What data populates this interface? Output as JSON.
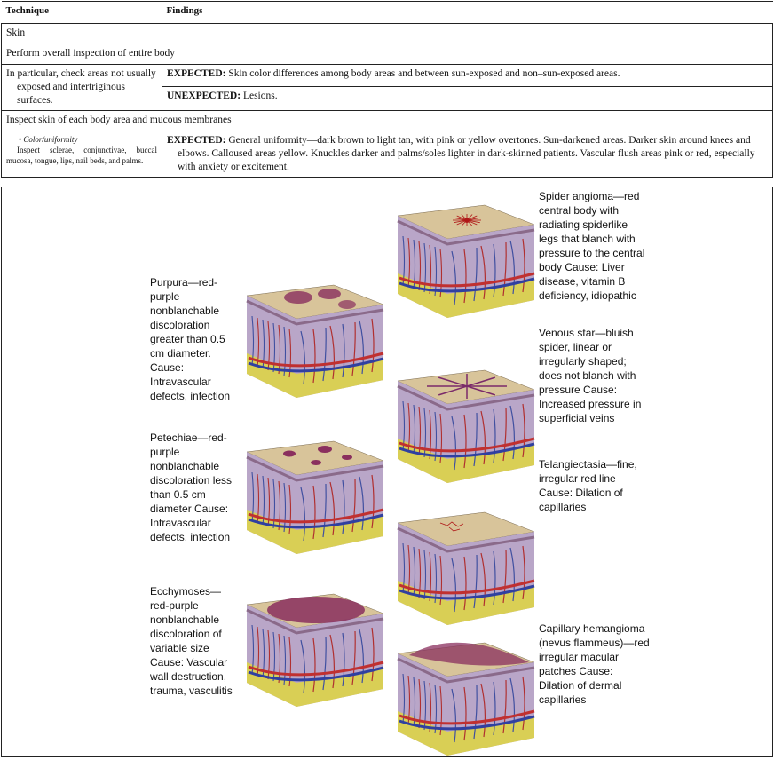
{
  "table": {
    "header": {
      "technique": "Technique",
      "findings": "Findings"
    },
    "section": "Skin",
    "row_overall": "Perform overall inspection of entire body",
    "row_particular": {
      "technique": "In particular, check areas not usually exposed and intertriginous surfaces.",
      "expected_label": "EXPECTED:",
      "expected": " Skin color differences among body areas and between sun-exposed and non–sun-exposed areas.",
      "unexpected_label": "UNEXPECTED:",
      "unexpected": " Lesions."
    },
    "row_inspect": "Inspect skin of each body area and mucous membranes",
    "row_color": {
      "bullet": "• ",
      "title": "Color/uniformity",
      "technique": "Inspect sclerae, conjunctivae, buccal mucosa, tongue, lips, nail beds, and palms.",
      "expected_label": "EXPECTED:",
      "expected": " General uniformity—dark brown to light tan, with pink or yellow overtones. Sun-darkened areas. Darker skin around knees and elbows. Calloused areas yellow. Knuckles darker and palms/soles lighter in dark-skinned patients. Vascular flush areas pink or red, especially with anxiety or excitement."
    }
  },
  "figure": {
    "purpura": "Purpura—red-purple nonblanchable discoloration greater than 0.5 cm diameter. Cause: Intravascular defects, infection",
    "petechiae": "Petechiae—red-purple nonblanchable discoloration less than 0.5 cm diameter Cause: Intravascular defects, infection",
    "ecchymoses": "Ecchymoses—red-purple nonblanchable discoloration of variable size Cause: Vascular wall destruction, trauma, vasculitis",
    "spider_angioma": "Spider angioma—red central body with radiating spiderlike legs that blanch with pressure to the central body Cause: Liver disease, vitamin B deficiency, idiopathic",
    "venous_star": "Venous star—bluish spider, linear or irregularly shaped; does not blanch with pressure Cause: Increased pressure in superficial veins",
    "telangiectasia": "Telangiectasia—fine, irregular red line Cause: Dilation of capillaries",
    "capillary_hemangioma": "Capillary hemangioma (nevus flammeus)—red irregular macular patches Cause: Dilation of dermal capillaries"
  },
  "colors": {
    "skin_top": "#d8c49a",
    "dermis": "#b9a6c8",
    "fat": "#d9cf55",
    "lesion": "#8a2f5e"
  }
}
